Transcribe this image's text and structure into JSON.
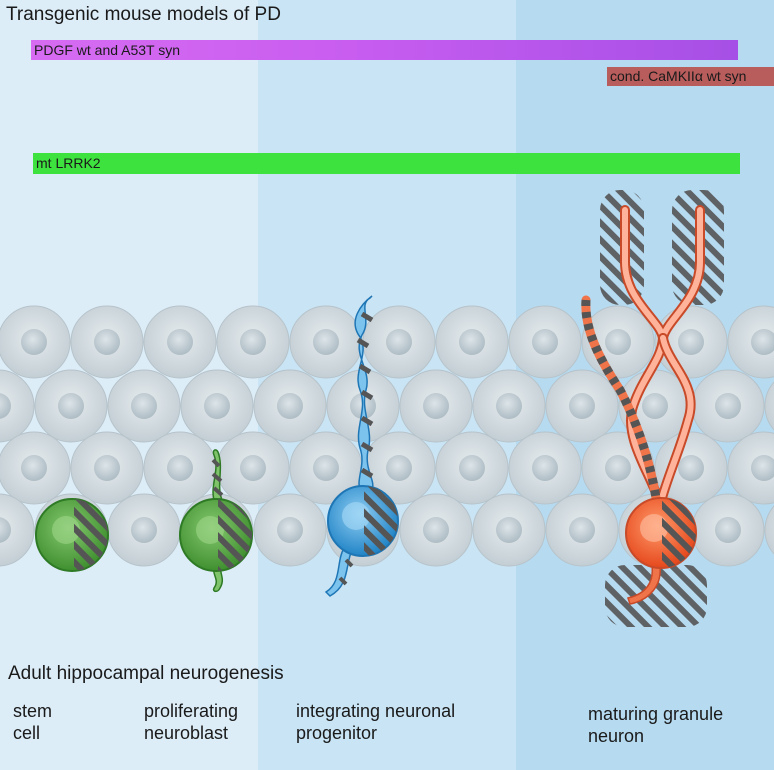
{
  "title": "Transgenic mouse models of PD",
  "bars": {
    "pdgf": "PDGF wt and A53T syn",
    "camk": "cond. CaMKIIα wt syn",
    "lrrk": "mt LRRK2"
  },
  "section_title": "Adult hippocampal neurogenesis",
  "stages": {
    "stem": "stem\ncell",
    "neuroblast": "proliferating\nneuroblast",
    "progenitor": "integrating neuronal\nprogenitor",
    "granule": "maturing granule\nneuron"
  },
  "colors": {
    "panel_light": "#dcedf8",
    "panel_mid": "#c9e4f4",
    "panel_dark": "#b6dbf1",
    "pdgf_bar": "#c85df0",
    "camk_bar": "#b85c5c",
    "lrrk_bar": "#3ee23e",
    "stem_cell": "#3e9a3a",
    "neuroblast": "#4ea545",
    "progenitor": "#2a8fd0",
    "granule": "#f0582a",
    "hatch": "#555555"
  }
}
